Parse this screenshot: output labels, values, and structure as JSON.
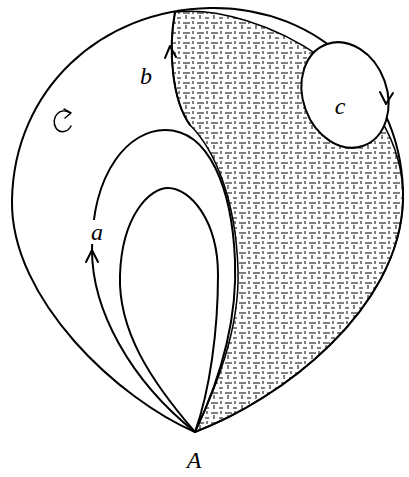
{
  "diagram": {
    "labels": [
      "a",
      "b",
      "c",
      "A"
    ]
  }
}
